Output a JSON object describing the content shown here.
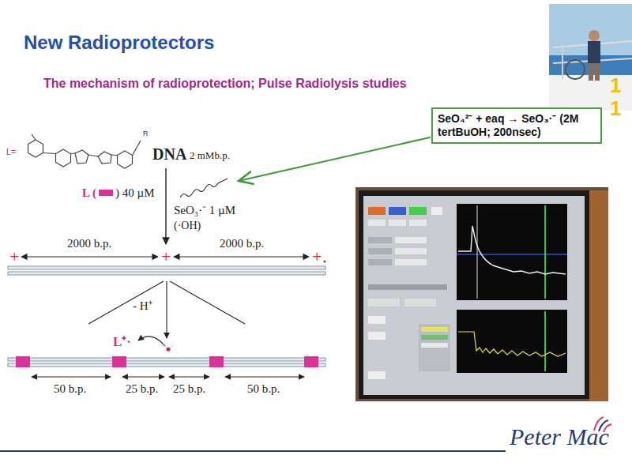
{
  "diagram": {
    "title": "New Radioprotectors",
    "nodes": [
      {
        "text": [
          "SeO₄²⁻ + eaq → SeO₃·⁻ (2M tertBuOH; 200nsec)"
        ]
      }
    ],
    "labels": [
      "The mechanism of radioprotection; Pulse Radiolysis studies",
      "11",
      "L=",
      "R",
      "DNA",
      "2 mMb.p.",
      "L (",
      ") 40 µM",
      "SeO₃·⁻ 1 µM",
      "(·OH)",
      "2000 b.p.",
      "2000 b.p.",
      "+",
      "+",
      "+",
      "- H⁺",
      "L⁺·",
      "50 b.p.",
      "25 b.p.",
      "25 b.p.",
      "50 b.p.",
      "Peter Mac"
    ]
  }
}
